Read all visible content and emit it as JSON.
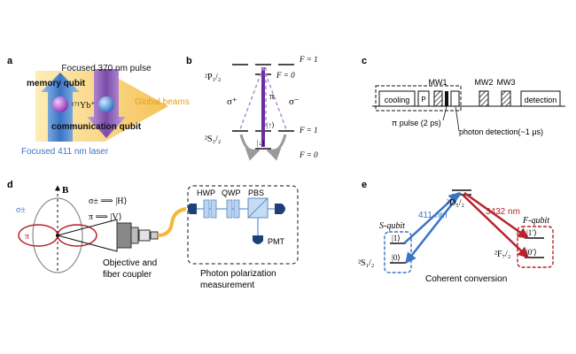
{
  "panels": {
    "a": {
      "letter": "a",
      "laser_370": "Focused 370 nm pulse",
      "memory_qubit": "memory qubit",
      "ion": "¹⁷¹Yb⁺",
      "global_beams": "Global beams",
      "communication_qubit": "communication qubit",
      "laser_411": "Focused 411 nm laser"
    },
    "b": {
      "letter": "b",
      "p_state": "²P₁/₂",
      "s_state": "²S₁/₂",
      "f1_top": "F = 1",
      "f0_top": "F = 0",
      "f1_bottom": "F = 1",
      "f0_bottom": "F = 0",
      "sigma_plus": "σ⁺",
      "pi": "π",
      "sigma_minus": "σ⁻",
      "up_ket": "|↑⟩",
      "down_ket": "|↓⟩"
    },
    "c": {
      "letter": "c",
      "mw1": "MW1",
      "mw2": "MW2",
      "mw3": "MW3",
      "cooling": "cooling",
      "p_label": "P",
      "detection": "detection",
      "pi_pulse": "π pulse (2 ps)",
      "photon_detection": "photon detection(~1 μs)"
    },
    "d": {
      "letter": "d",
      "b_field": "B",
      "sigma_pm": "σ±",
      "pi": "π",
      "map_sigma": "σ± ⟹ |H⟩",
      "map_pi": "π  ⟹ |V⟩",
      "hwp": "HWP",
      "qwp": "QWP",
      "pbs": "PBS",
      "pmt": "PMT",
      "objective_line1": "Objective and",
      "objective_line2": "fiber coupler",
      "measurement_line1": "Photon polarization",
      "measurement_line2": "measurement"
    },
    "e": {
      "letter": "e",
      "d_state": "²D₅/₂",
      "wl_411": "411 nm",
      "wl_3432": "3432 nm",
      "s_qubit": "S-qubit",
      "f_qubit": "F-qubit",
      "s_state": "²S₁/₂",
      "f_state": "²F₇/₂",
      "ket1": "|1⟩",
      "ket0": "|0⟩",
      "ket1p": "|1′⟩",
      "ket0p": "|0′⟩",
      "coherent": "Coherent conversion"
    }
  },
  "colors": {
    "blue": "#3a74c4",
    "purple": "#7a4aa8",
    "yellow": "#f4b73a",
    "red": "#b8232c",
    "navy": "#1e3f77",
    "gray": "#9a9a9a"
  }
}
